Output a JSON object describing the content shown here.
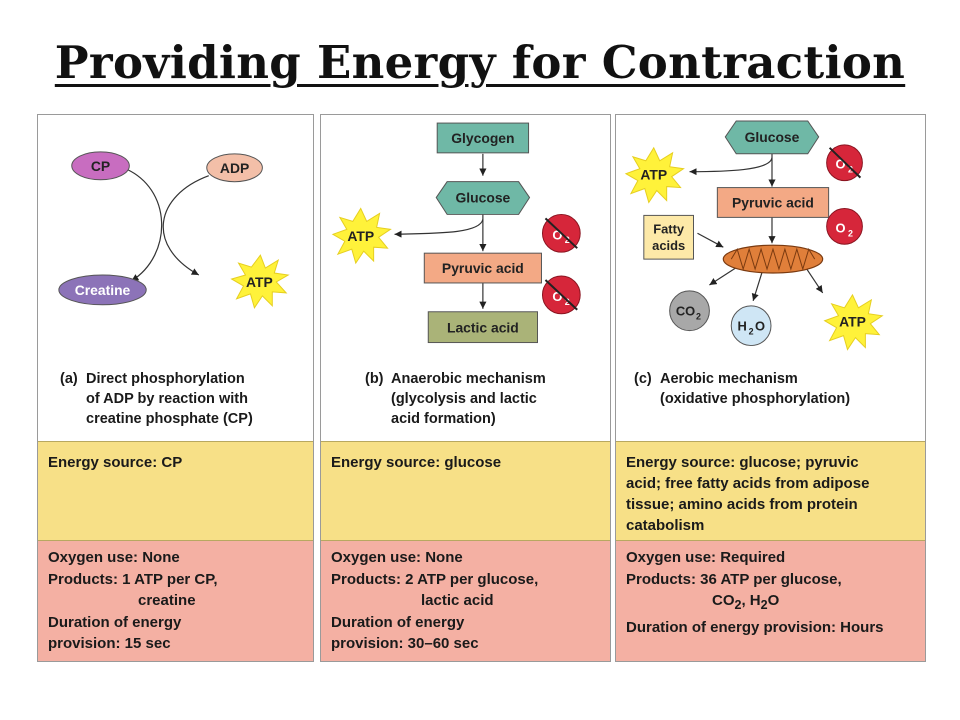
{
  "title": "Providing Energy for Contraction",
  "panels": [
    {
      "letter": "(a)",
      "caption": [
        "Direct phosphorylation",
        "of ADP by reaction with",
        "creatine phosphate (CP)"
      ],
      "nodes": {
        "cp": "CP",
        "adp": "ADP",
        "creatine": "Creatine",
        "atp": "ATP"
      },
      "energy_source": "Energy source: CP",
      "oxygen_use": "Oxygen use: None",
      "products": "Products: 1 ATP per CP,",
      "products_2": "creatine",
      "duration": "Duration of energy",
      "duration_2": "provision: 15 sec"
    },
    {
      "letter": "(b)",
      "caption": [
        "Anaerobic mechanism",
        "(glycolysis and lactic",
        "acid formation)"
      ],
      "nodes": {
        "glycogen": "Glycogen",
        "glucose": "Glucose",
        "atp": "ATP",
        "pyruvic": "Pyruvic acid",
        "lactic": "Lactic acid",
        "o2": "O",
        "o2_sub": "2"
      },
      "energy_source": "Energy source: glucose",
      "oxygen_use": "Oxygen use: None",
      "products": "Products: 2 ATP per glucose,",
      "products_2": "lactic acid",
      "duration": "Duration of energy",
      "duration_2": "provision: 30–60 sec"
    },
    {
      "letter": "(c)",
      "caption": [
        "Aerobic mechanism",
        "(oxidative phosphorylation)"
      ],
      "nodes": {
        "glucose": "Glucose",
        "atp": "ATP",
        "pyruvic": "Pyruvic acid",
        "fatty": "Fatty",
        "fatty_2": "acids",
        "o2": "O",
        "o2_sub": "2",
        "co2": "CO",
        "co2_sub": "2",
        "h2o_h": "H",
        "h2o_sub": "2",
        "h2o_o": "O",
        "atp_2": "ATP"
      },
      "energy_source": [
        "Energy source: glucose; pyruvic",
        "acid; free fatty acids from adipose",
        "tissue; amino acids from protein",
        "catabolism"
      ],
      "oxygen_use": "Oxygen use: Required",
      "products": "Products: 36 ATP per glucose,",
      "products_2_a": "CO",
      "products_2_sub": "2",
      "products_2_b": ", H",
      "products_2_sub2": "2",
      "products_2_c": "O",
      "duration": "Duration of energy provision: Hours"
    }
  ],
  "colors": {
    "energy_bg": "#f7e087",
    "oxygen_bg": "#f4b0a3",
    "cp": "#c86dc0",
    "adp": "#f3bfa8",
    "creatine": "#8c73b8",
    "atp_star": "#fff23a",
    "teal": "#6fb8a6",
    "salmon": "#f3a985",
    "olive": "#aab378",
    "o2_red": "#d6263a",
    "fatty": "#fde9a8",
    "co2_gray": "#a8a8a8",
    "h2o_blue": "#cfe6f5"
  }
}
